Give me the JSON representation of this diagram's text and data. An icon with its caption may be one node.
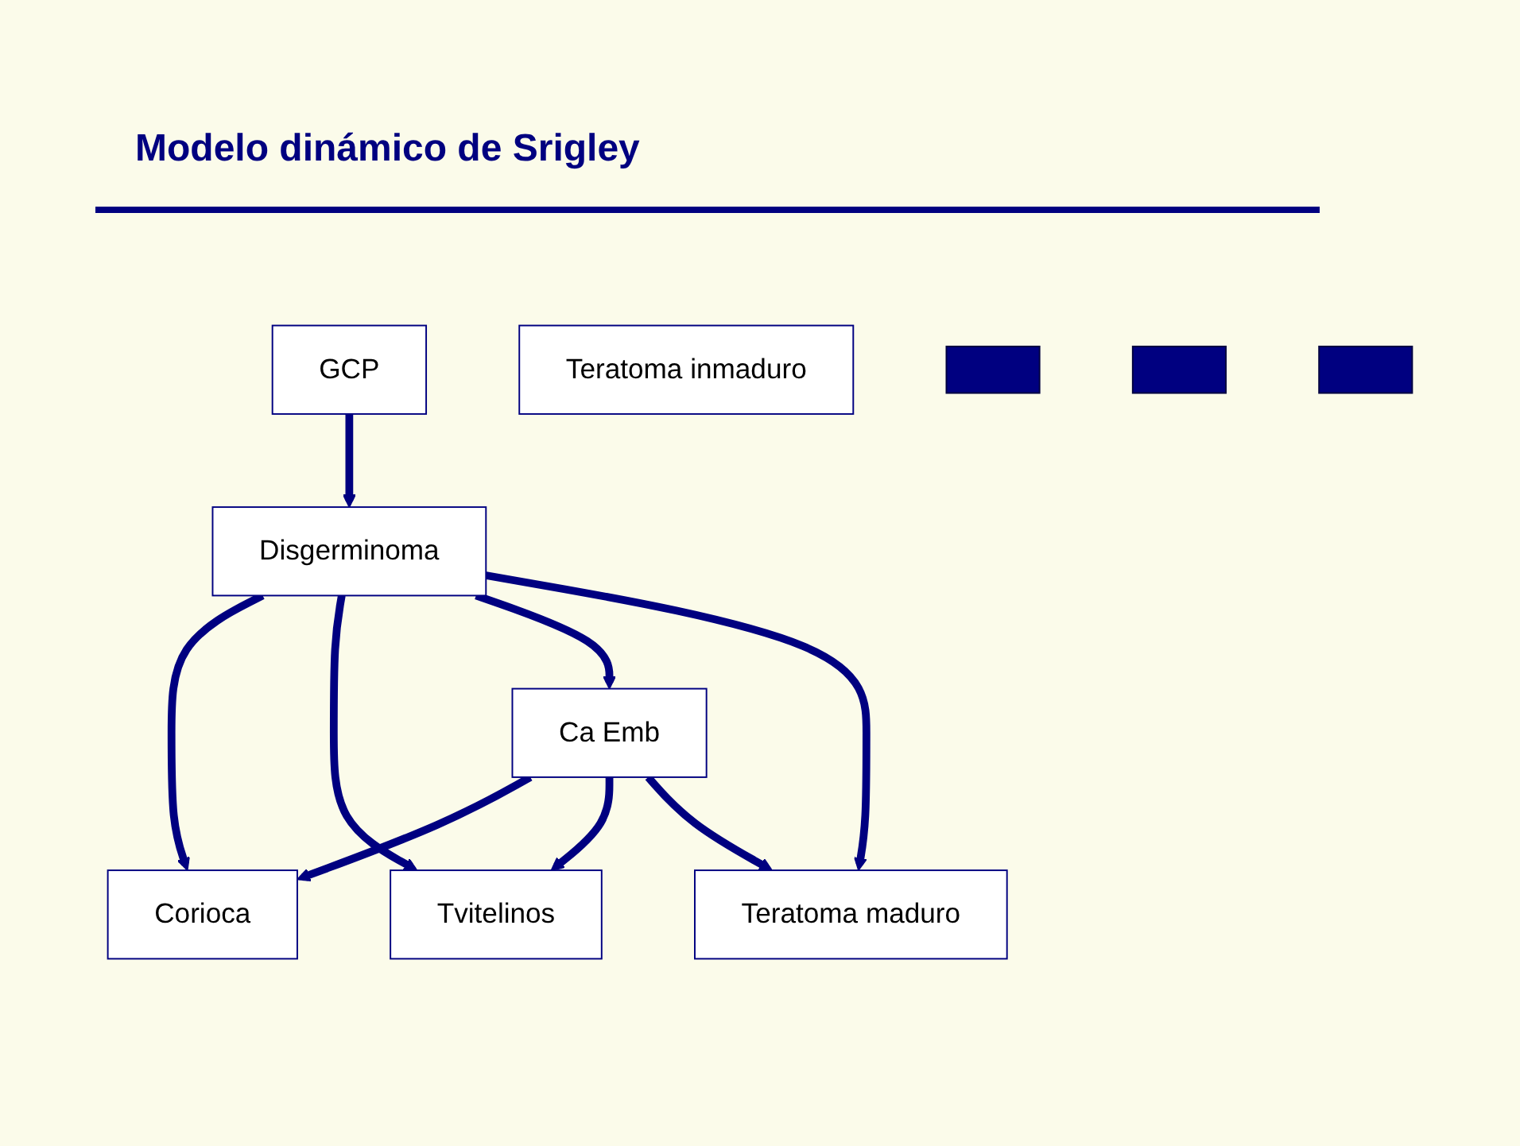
{
  "diagram": {
    "title": "Modelo dinámico de Srigley",
    "nodes": [
      {
        "text": [
          "GCP"
        ]
      },
      {
        "text": [
          "Disgerminoma"
        ]
      },
      {
        "text": [
          "Corioca"
        ]
      },
      {
        "text": [
          "Tvitelinos"
        ]
      },
      {
        "text": [
          "Ca Emb"
        ]
      },
      {
        "text": [
          "Teratoma inmaduro"
        ]
      },
      {
        "text": [
          "Teratoma maduro"
        ]
      },
      {
        "text": [],
        "shape": "box"
      },
      {
        "text": [],
        "shape": "box"
      },
      {
        "text": [],
        "shape": "box"
      }
    ],
    "edges": [
      {
        "from": 0,
        "to": 1,
        "arrow": "to"
      },
      {
        "from": 1,
        "to": 2,
        "arrow": "to"
      },
      {
        "from": 1,
        "to": 3,
        "arrow": "to"
      },
      {
        "from": 1,
        "to": 4,
        "arrow": "to"
      },
      {
        "from": 1,
        "to": 6,
        "arrow": "to"
      },
      {
        "from": 4,
        "to": 2,
        "arrow": "to"
      },
      {
        "from": 4,
        "to": 3,
        "arrow": "to"
      },
      {
        "from": 4,
        "to": 6,
        "arrow": "to"
      }
    ]
  }
}
